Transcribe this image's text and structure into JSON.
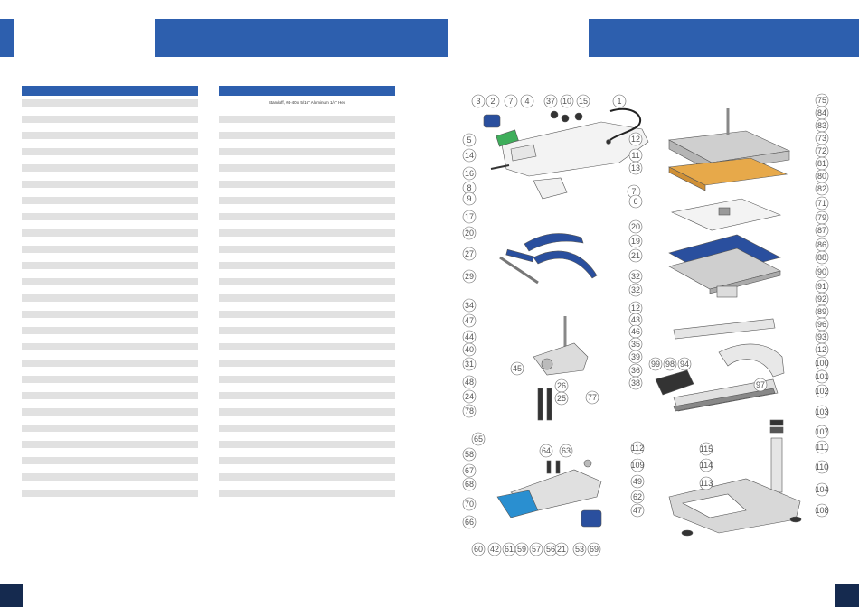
{
  "parts_table": {
    "left_row_count": 25,
    "right_row_count": 25,
    "right_first_row_text": "Standoff, #4-40 x 5/16\" Aluminum 1/4\" Hex"
  },
  "colors": {
    "header_blue": "#2d5fae",
    "navy": "#152a4f",
    "row_gray": "#e1e1e1",
    "panel_blue": "#2a4f9e",
    "pad_orange": "#e7a94a"
  },
  "callouts": {
    "top_left": [
      "3",
      "2",
      "7",
      "4",
      "37",
      "10",
      "15",
      "1",
      "5",
      "12",
      "11",
      "13",
      "14",
      "16",
      "8",
      "9",
      "7",
      "6",
      "17"
    ],
    "mid_left_arms": [
      "20",
      "20",
      "19",
      "21",
      "27",
      "29",
      "32",
      "32"
    ],
    "mid_left_press": [
      "34",
      "12",
      "43",
      "47",
      "46",
      "44",
      "40",
      "35",
      "31",
      "39",
      "45",
      "36",
      "38",
      "48",
      "26",
      "25",
      "77",
      "24",
      "78"
    ],
    "bottom_left": [
      "64",
      "63",
      "65",
      "112",
      "58",
      "109",
      "67",
      "49",
      "68",
      "62",
      "70",
      "47",
      "66",
      "60",
      "42",
      "61",
      "59",
      "57",
      "56",
      "21",
      "53",
      "69"
    ],
    "right_column": [
      "75",
      "84",
      "83",
      "73",
      "72",
      "81",
      "80",
      "82",
      "71",
      "79",
      "87",
      "86",
      "88",
      "90",
      "91",
      "92",
      "89",
      "96",
      "93",
      "12",
      "100",
      "99",
      "98",
      "94",
      "101",
      "97",
      "102",
      "103",
      "107",
      "111",
      "110",
      "115",
      "114",
      "113",
      "104",
      "108"
    ]
  }
}
